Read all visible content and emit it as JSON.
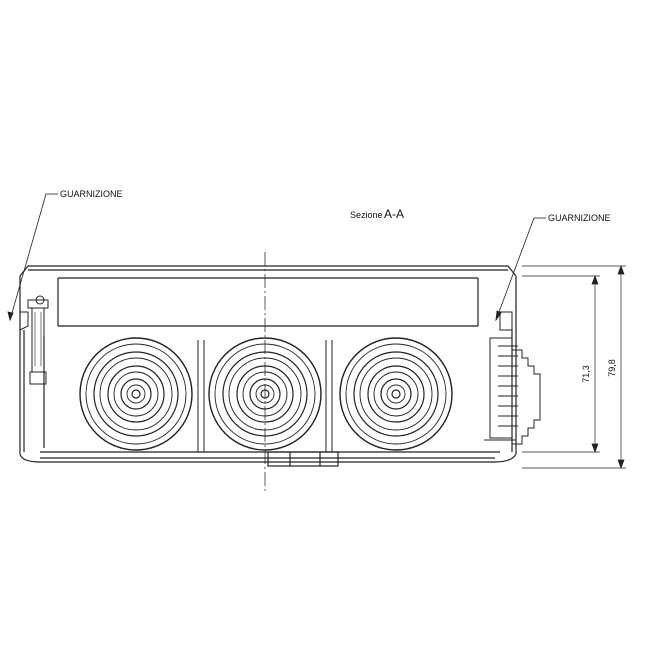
{
  "section_title": {
    "prefix": "Sezione ",
    "name": "A-A"
  },
  "callouts": {
    "left_gasket": "GUARNIZIONE",
    "right_gasket": "GUARNIZIONE"
  },
  "dimensions": {
    "inner_height": "71,3",
    "total_height": "79,8"
  },
  "colors": {
    "line": "#222222",
    "light_line": "#666666",
    "background": "#ffffff"
  }
}
